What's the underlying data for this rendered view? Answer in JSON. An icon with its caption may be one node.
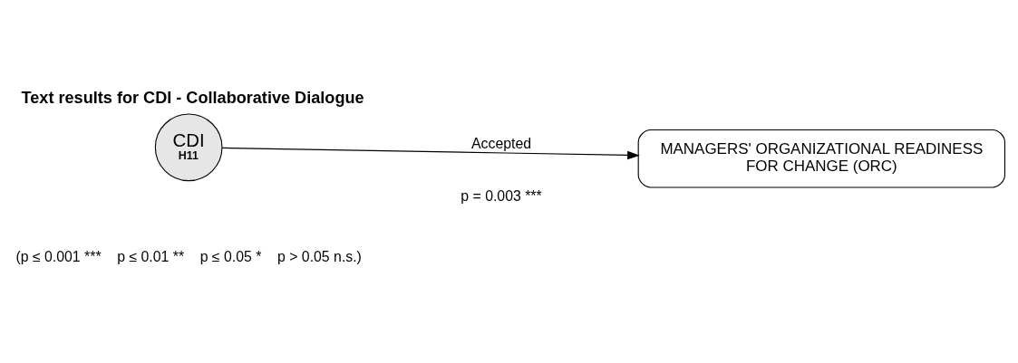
{
  "diagram": {
    "title": "Text results for CDI - Collaborative Dialogue",
    "nodes": [
      {
        "text": [
          "CDI",
          "H11"
        ]
      },
      {
        "text": [
          "MANAGERS' ORGANIZATIONAL READINESS FOR CHANGE (ORC)"
        ]
      }
    ],
    "edges": [
      {
        "from": 0,
        "to": 1,
        "arrow": "to",
        "label": "Accepted"
      }
    ],
    "labels": [
      "p = 0.003 ***",
      "(p ≤ 0.001 ***    p ≤ 0.01 **    p ≤ 0.05 *    p > 0.05 n.s.)"
    ]
  }
}
